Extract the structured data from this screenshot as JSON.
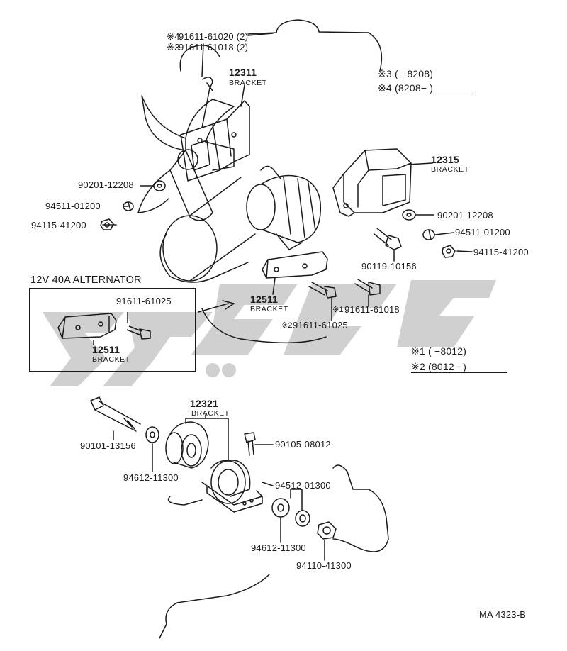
{
  "labels": {
    "p12311": "12311",
    "p12315": "12315",
    "p12511_main": "12511",
    "p12511_inset": "12511",
    "p12321": "12321",
    "bracket": "BRACKET",
    "p91611_61020": "91611-61020 (2)",
    "p91611_61018_top": "91611-61018 (2)",
    "p90201_left": "90201-12208",
    "p94511_left": "94511-01200",
    "p94115_left": "94115-41200",
    "p90201_right": "90201-12208",
    "p94511_right": "94511-01200",
    "p94115_right": "94115-41200",
    "p90119": "90119-10156",
    "p91611_61018_mid": "91611-61018",
    "p91611_61025_mid": "91611-61025",
    "p91611_61025_inset": "91611-61025",
    "p90101": "90101-13156",
    "p94612_a": "94612-11300",
    "p90105": "90105-08012",
    "p94512": "94512-01300",
    "p94612_b": "94612-11300",
    "p94110": "94110-41300",
    "alternator": "12V 40A ALTERNATOR",
    "code": "MA 4323-B"
  },
  "marks": {
    "m1": "※1",
    "m2": "※2",
    "m3": "※3",
    "m4": "※4"
  },
  "notes": {
    "n3": "※3 (      −8208)",
    "n4": "※4 (8208−      )",
    "n1": "※1 (      −8012)",
    "n2": "※2 (8012−      )"
  },
  "colors": {
    "ink": "#1a1a1a",
    "watermark": "#c8c8c8"
  }
}
